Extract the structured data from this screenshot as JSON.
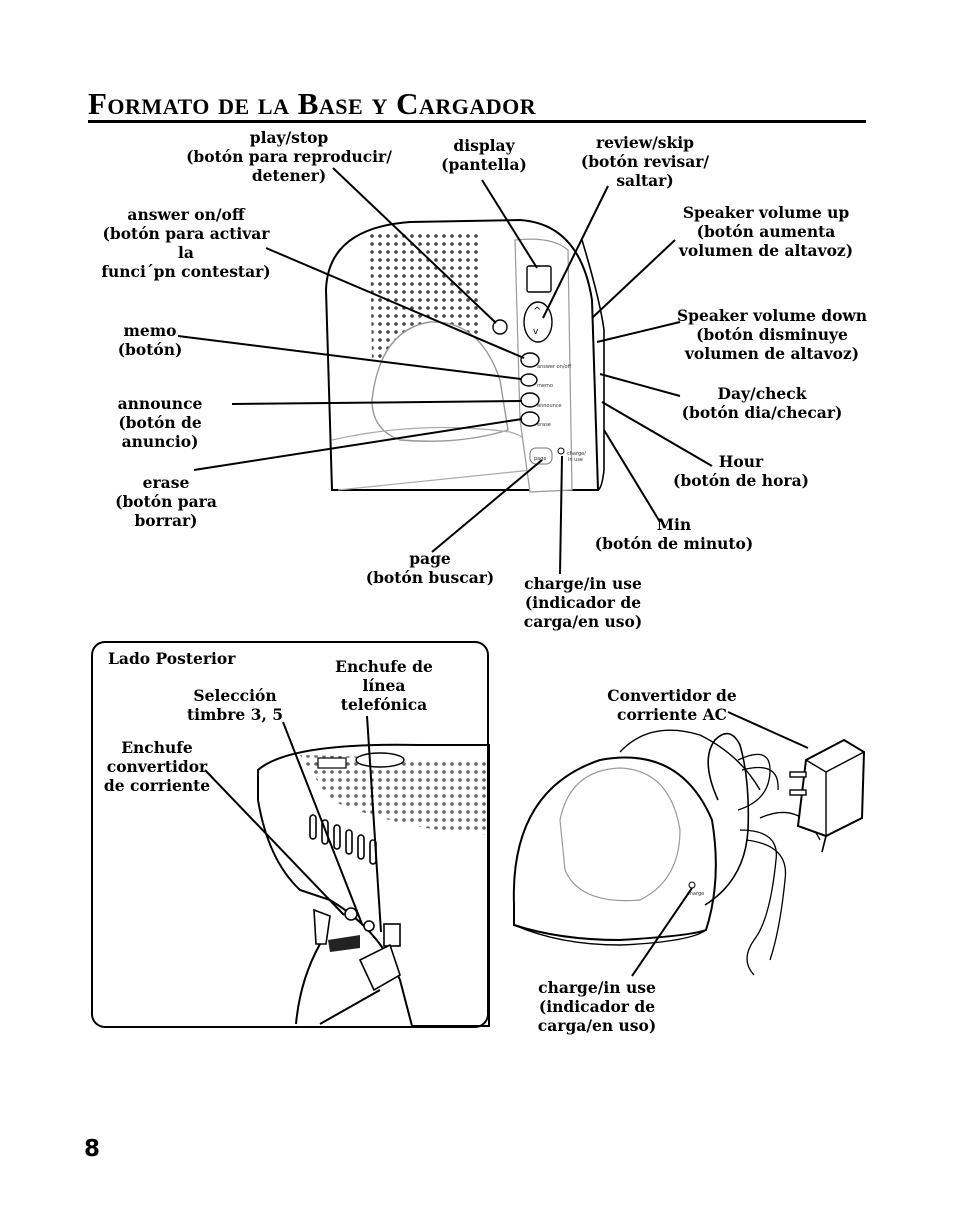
{
  "title": "Formato de la Base y Cargador",
  "page_number": "8",
  "base_labels": {
    "play_stop": "play/stop\n(botón para reproducir/\ndetener)",
    "display": "display\n(pantella)",
    "review_skip": "review/skip\n(botón  revisar/\nsaltar)",
    "answer_onoff": "answer on/off\n(botón para activar la\nfunci´pn contestar)",
    "speaker_up": "Speaker volume up\n(botón aumenta\nvolumen de altavoz)",
    "speaker_down": "Speaker volume down\n(botón disminuye\nvolumen de altavoz)",
    "memo": "memo\n(botón)",
    "day_check": "Day/check\n(botón  dia/checar)",
    "announce": "announce\n(botón de\nanuncio)",
    "hour": "Hour\n(botón  de hora)",
    "erase": "erase\n(botón para\nborrar)",
    "min": "Min\n(botón de minuto)",
    "page": "page\n(botón buscar)",
    "charge_in_use": "charge/in use\n(indicador de\ncarga/en uso)"
  },
  "device_markings": {
    "answer_onoff": "answer on/off",
    "memo": "memo",
    "announce": "announce",
    "erase": "erase",
    "page": "page",
    "charge": "charge/\nin use",
    "charger_charge": "charge"
  },
  "rear_labels": {
    "heading": "Lado Posterior",
    "ringer": "Selección\ntimbre 3, 5",
    "phone_jack": "Enchufe de\nlínea\ntelefónica",
    "power_jack": "Enchufe\nconvertidor\nde corriente"
  },
  "charger_labels": {
    "ac_adapter": "Convertidor de\ncorriente AC",
    "charge_in_use": "charge/in use\n(indicador de\ncarga/en uso)"
  }
}
